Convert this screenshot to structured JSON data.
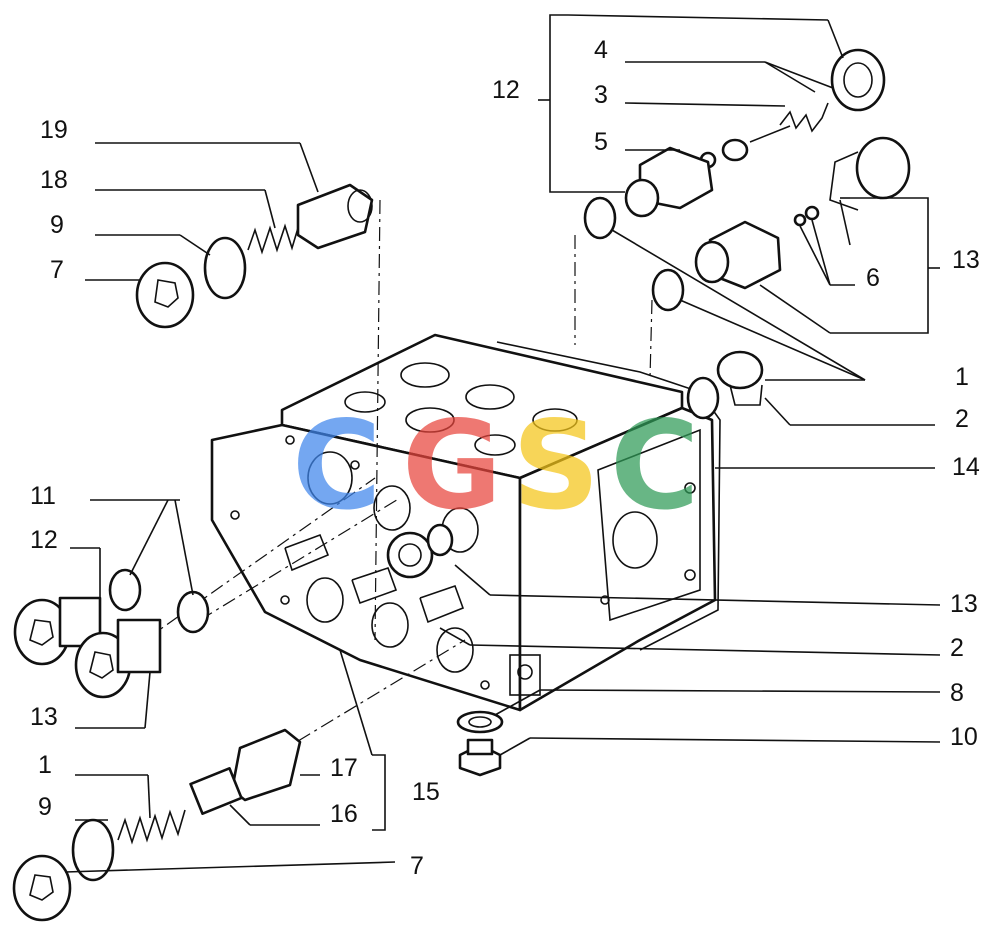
{
  "labels": {
    "t12a": "12",
    "t4": "4",
    "t3": "3",
    "t5": "5",
    "t13a": "13",
    "t6": "6",
    "t1a": "1",
    "t2a": "2",
    "t14": "14",
    "t19": "19",
    "t18": "18",
    "t9a": "9",
    "t7a": "7",
    "t11": "11",
    "t12b": "12",
    "t13b": "13",
    "t1b": "1",
    "t9b": "9",
    "t7b": "7",
    "t17": "17",
    "t16": "16",
    "t15": "15",
    "t13c": "13",
    "t2b": "2",
    "t8": "8",
    "t10": "10"
  },
  "watermark": {
    "letters": [
      "C",
      "G",
      "S",
      "C"
    ],
    "colors": [
      "#3f86ec",
      "#e8453c",
      "#f5c518",
      "#2f9a57"
    ]
  }
}
